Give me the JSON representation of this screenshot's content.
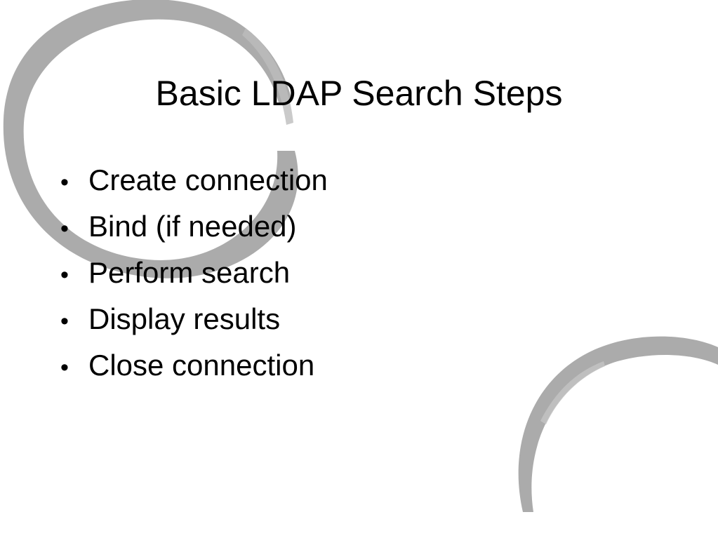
{
  "slide": {
    "title": "Basic LDAP Search Steps",
    "bullet_glyph": "•",
    "bullets": [
      "Create connection",
      "Bind (if needed)",
      "Perform search",
      "Display results",
      "Close connection"
    ]
  },
  "colors": {
    "background": "#ffffff",
    "swirl": "#a6a6a6",
    "text": "#000000"
  }
}
